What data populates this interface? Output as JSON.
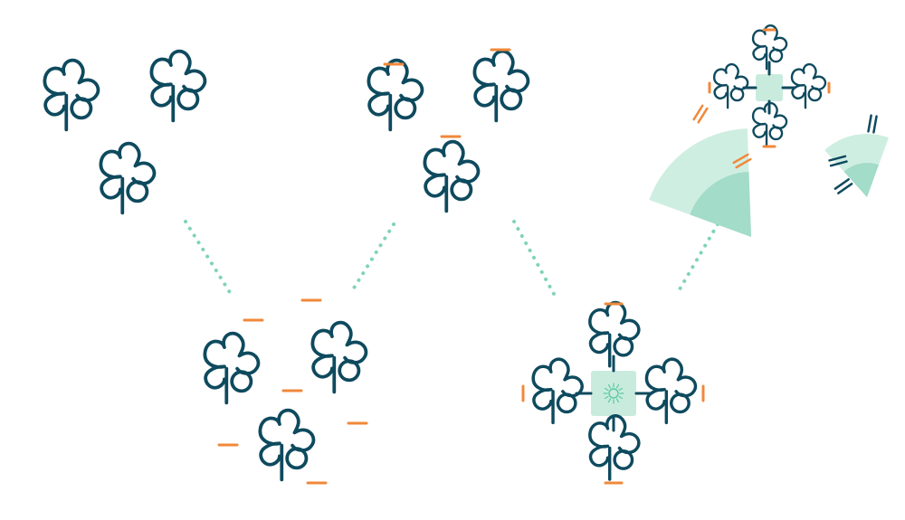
{
  "colors": {
    "background": "#ffffff",
    "clover": "#0e4a5e",
    "accent_dash": "#f0883a",
    "connector": "#7fd3b8",
    "hub_fill": "#c9ebde",
    "wedge_outer": "#cfeee2",
    "wedge_inner": "#a3dcc8",
    "sun_icon": "#5cc9a3"
  },
  "icons": {
    "clover": "clover-icon",
    "hub": "hub-square",
    "hub_symbol": "sun-icon",
    "wedge": "radar-wedge",
    "dash": "orange-dash",
    "double_tick": "double-tick"
  }
}
